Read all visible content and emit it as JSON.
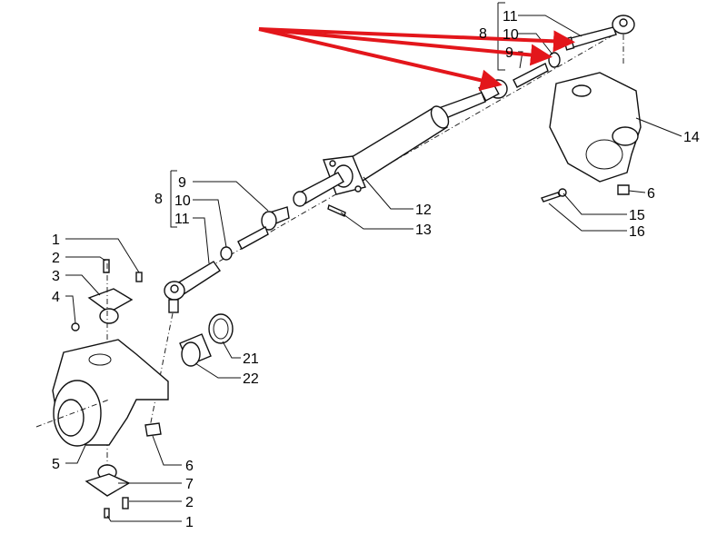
{
  "diagram": {
    "colors": {
      "arrow": "#e3161b",
      "line": "#111111"
    },
    "right_group": {
      "group": "8",
      "items": [
        "11",
        "10",
        "9"
      ]
    },
    "left_group": {
      "group": "8",
      "items": [
        "9",
        "10",
        "11"
      ]
    },
    "labels": {
      "knuckle_right": "14",
      "nut_right": "6",
      "bolt_right": "15",
      "washer_right": "16",
      "cylinder": "12",
      "cylinder_bolt": "13",
      "left_1": "1",
      "left_2": "2",
      "left_3": "3",
      "left_4": "4",
      "knuckle_left": "5",
      "nut_left": "6",
      "lower_pivot": "7",
      "lower_2": "2",
      "lower_1": "1",
      "bushing_21": "21",
      "bushing_22": "22"
    }
  }
}
